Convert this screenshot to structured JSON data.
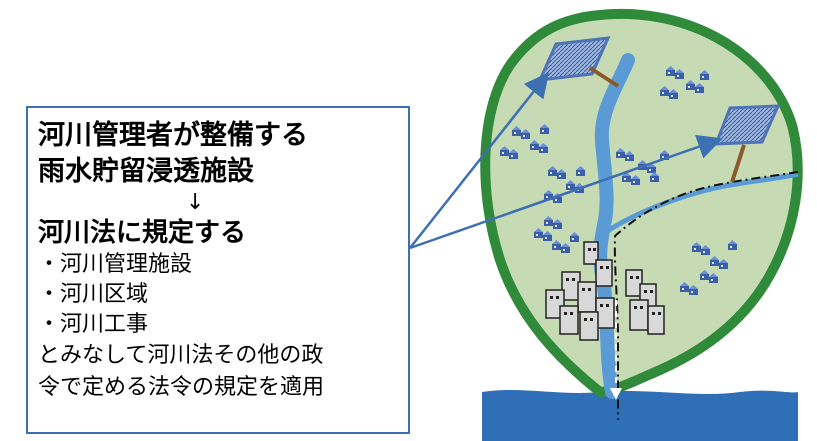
{
  "textbox": {
    "title_line1": "河川管理者が整備する",
    "title_line2": "雨水貯留浸透施設",
    "arrow": "↓",
    "subtitle": "河川法に規定する",
    "items": [
      "・河川管理施設",
      "・河川区域",
      "・河川工事"
    ],
    "body_line1": "とみなして河川法その他の政",
    "body_line2": "令で定める法令の規定を適用"
  },
  "colors": {
    "land_fill": "#c6dbb4",
    "land_border": "#2f8a3a",
    "river": "#5b9bd5",
    "sea": "#2e6fb7",
    "facility": "#4f73b6",
    "connector": "#8b5a2b",
    "pointer_arrow": "#3d6fb3",
    "frame": "#3d6fb3"
  }
}
